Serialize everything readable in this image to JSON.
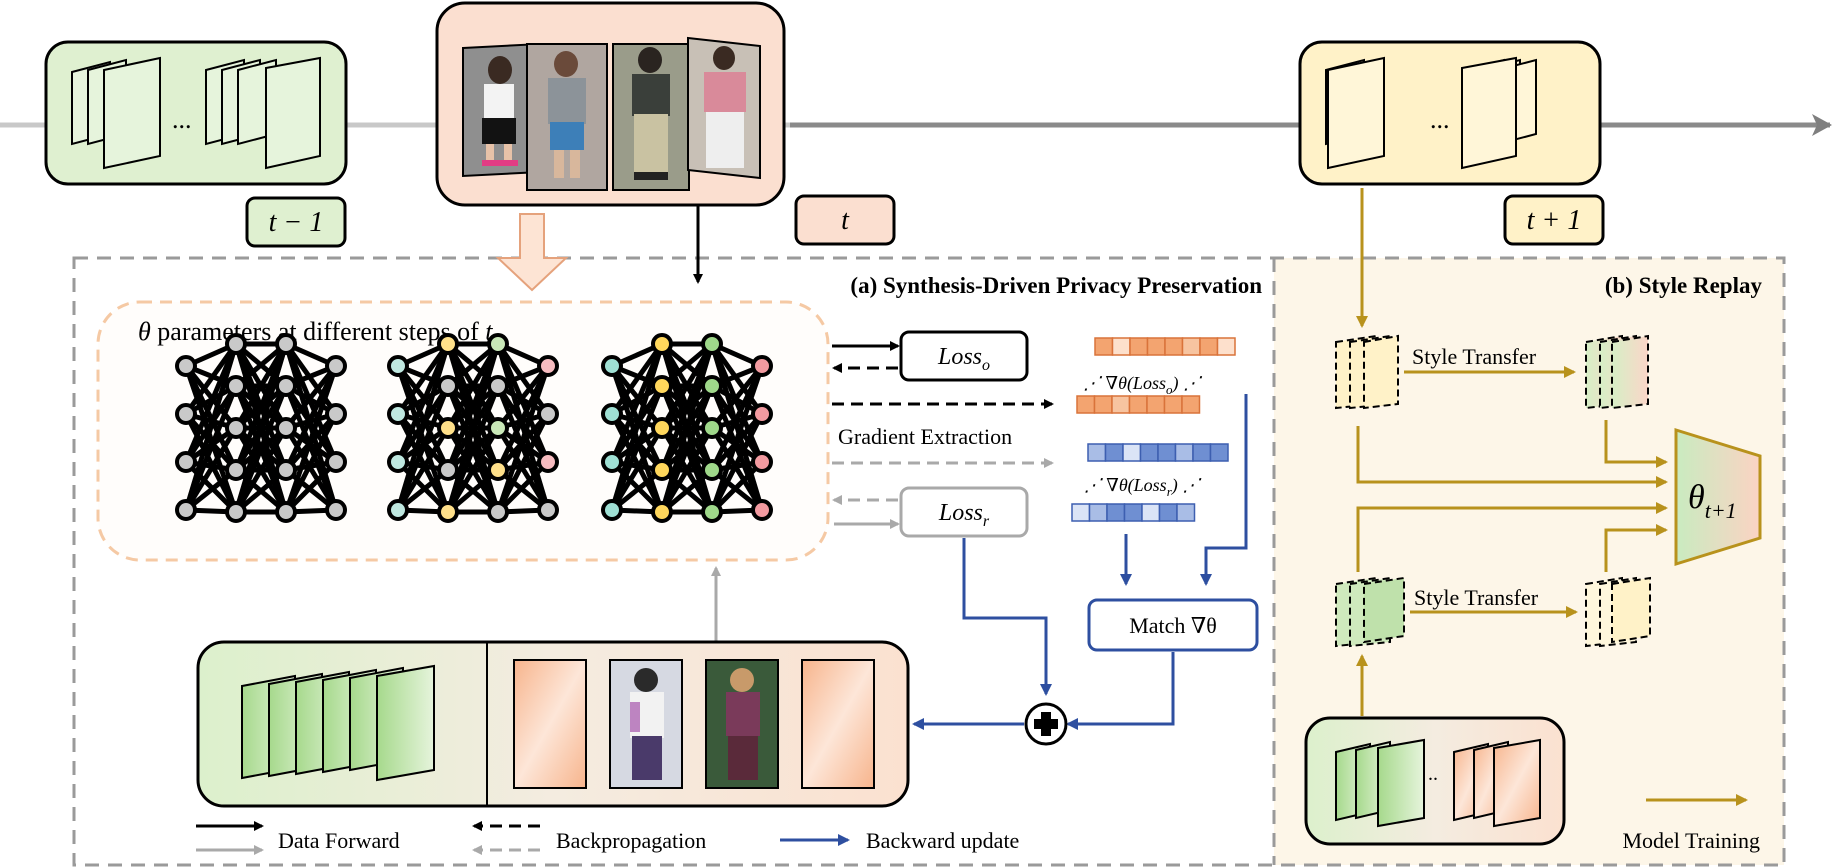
{
  "timeline": {
    "t_minus_1": "t − 1",
    "t": "t",
    "t_plus_1": "t + 1",
    "ellipsis": "..."
  },
  "panel_a": {
    "title": "(a) Synthesis-Driven Privacy Preservation",
    "params_label_prefix": "θ",
    "params_label_text": " parameters at different steps of ",
    "params_label_suffix": "t",
    "loss_o": "Loss",
    "loss_o_sub": "o",
    "loss_r": "Loss",
    "loss_r_sub": "r",
    "grad_o": "∇θ(Loss",
    "grad_o_sub": "o",
    "grad_r": "∇θ(Loss",
    "grad_r_sub": "r",
    "grad_extraction": "Gradient Extraction",
    "match": "Match  ∇θ",
    "plus": "+"
  },
  "panel_b": {
    "title": "(b) Style Replay",
    "style_transfer_1": "Style Transfer",
    "style_transfer_2": "Style Transfer",
    "theta": "θ",
    "theta_sub": "t+1",
    "model_training": "Model Training",
    "ellipsis": ".."
  },
  "legend": {
    "data_forward": "Data Forward",
    "backpropagation": "Backpropagation",
    "backward_update": "Backward update"
  },
  "colors": {
    "green_fill": "#dff0d0",
    "peach_fill": "#fbdfd0",
    "yellow_fill": "#fff2c8",
    "blue": "#2e4fa0",
    "gold": "#b8921c",
    "orange_cell": "#f0a070",
    "blue_cell": "#6f8fd0",
    "gray": "#a9a9a9",
    "dashed_peach": "#f5c9a4"
  }
}
